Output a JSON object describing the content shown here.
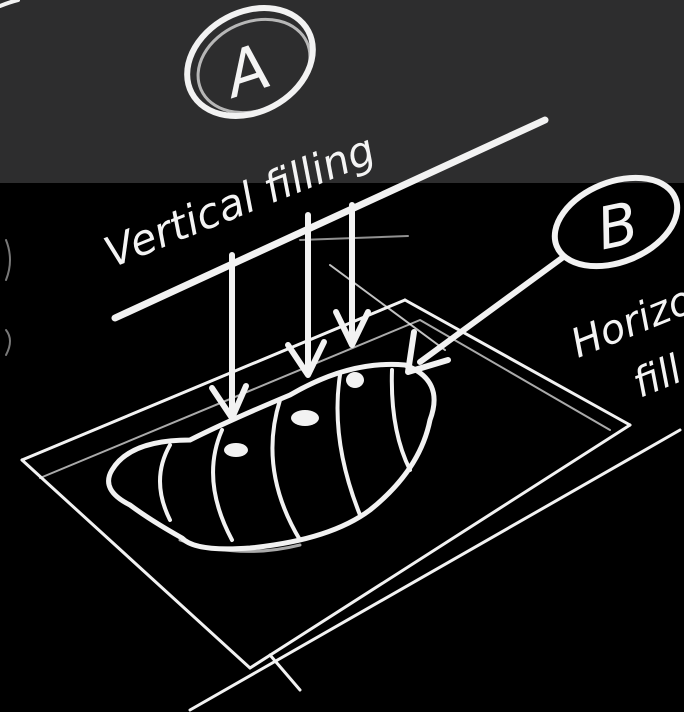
{
  "labels": {
    "marker_a": "A",
    "marker_b": "B",
    "vertical": "Vertical filling",
    "horizontal_line1": "Horizon",
    "horizontal_line2": "fill"
  },
  "colors": {
    "top_band": "#2d2d2e",
    "background": "#000000",
    "chalk": "#f2f2f2"
  }
}
